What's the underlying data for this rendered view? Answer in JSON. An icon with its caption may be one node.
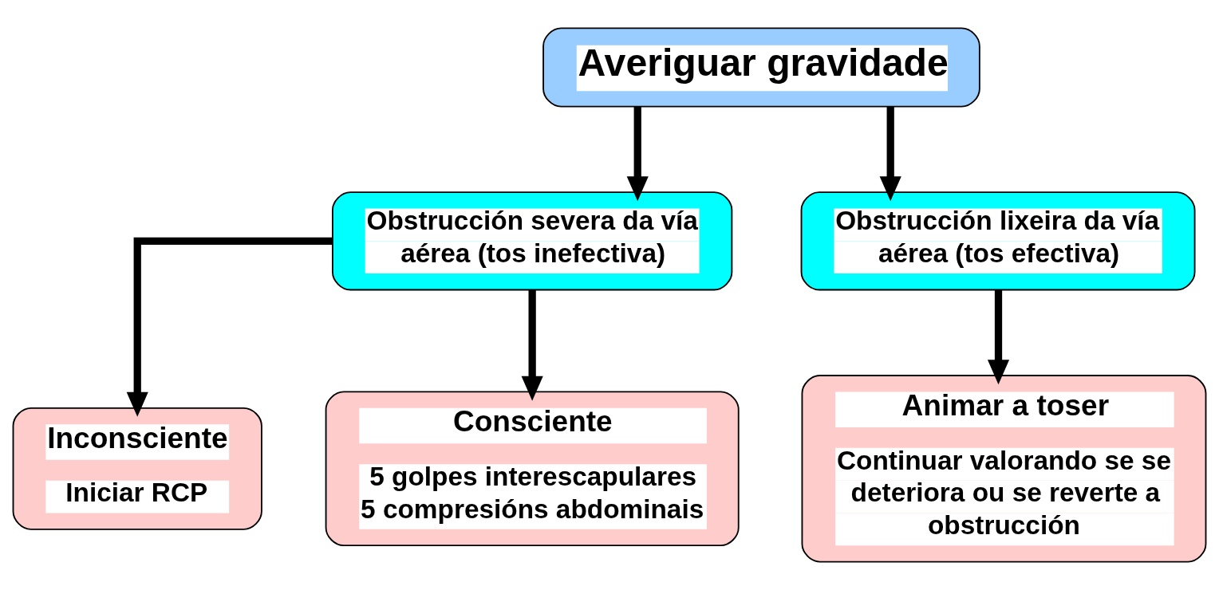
{
  "diagram": {
    "nodes": [
      {
        "text": [
          "Averiguar gravidade"
        ]
      },
      {
        "text": [
          "Obstrucción severa da vía aérea (tos inefectiva)"
        ]
      },
      {
        "text": [
          "Obstrucción lixeira da vía aérea (tos efectiva)"
        ]
      },
      {
        "text": [
          "Inconsciente",
          "Iniciar RCP"
        ]
      },
      {
        "text": [
          "Consciente",
          "5 golpes interescapulares 5 compresións abdominais"
        ]
      },
      {
        "text": [
          "Animar a toser",
          "Continuar valorando se se deteriora ou se reverte a obstrucción"
        ]
      }
    ],
    "edges": [
      {
        "from": 0,
        "to": 1,
        "arrow": "to"
      },
      {
        "from": 0,
        "to": 2,
        "arrow": "to"
      },
      {
        "from": 1,
        "to": 3,
        "arrow": "to"
      },
      {
        "from": 1,
        "to": 4,
        "arrow": "to"
      },
      {
        "from": 2,
        "to": 5,
        "arrow": "to"
      }
    ]
  }
}
